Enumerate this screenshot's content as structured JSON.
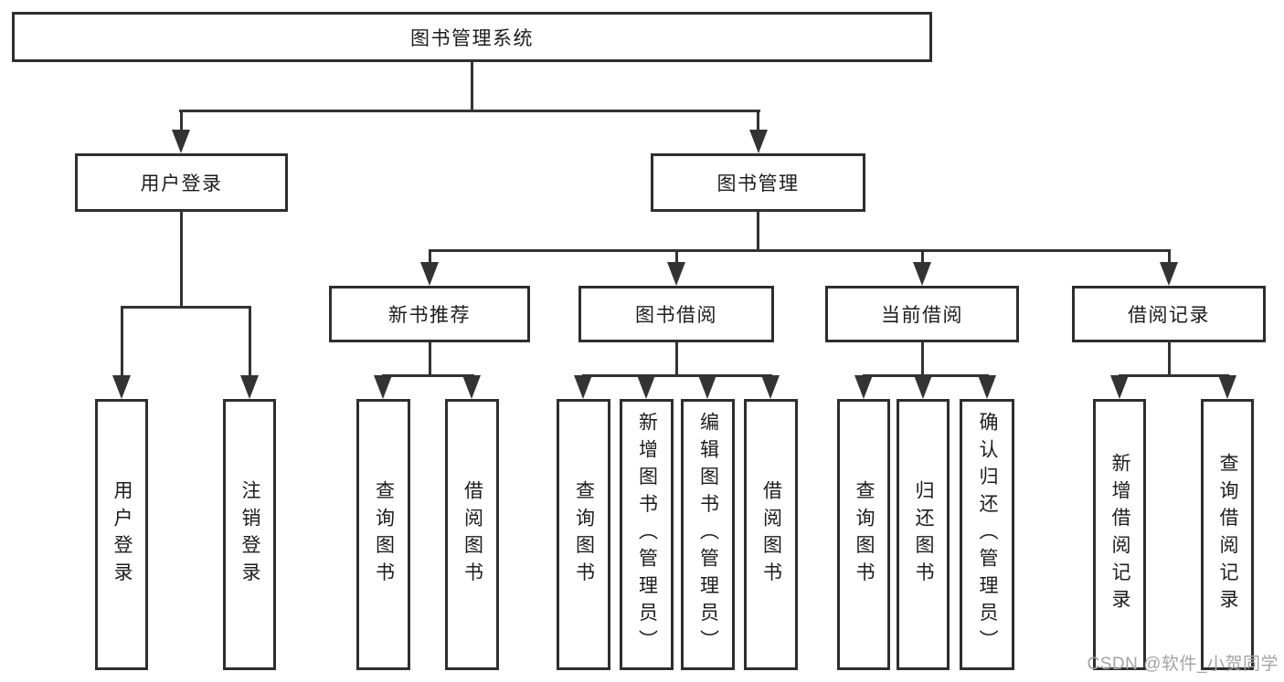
{
  "diagram": {
    "root": {
      "label": "图书管理系统"
    },
    "branches": [
      {
        "label": "用户登录",
        "children": [
          {
            "label": "用户登录"
          },
          {
            "label": "注销登录"
          }
        ]
      },
      {
        "label": "图书管理",
        "children": [
          {
            "label": "新书推荐",
            "children": [
              {
                "label": "查询图书"
              },
              {
                "label": "借阅图书"
              }
            ]
          },
          {
            "label": "图书借阅",
            "children": [
              {
                "label": "查询图书"
              },
              {
                "label": "新增图书（管理员）"
              },
              {
                "label": "编辑图书（管理员）"
              },
              {
                "label": "借阅图书"
              }
            ]
          },
          {
            "label": "当前借阅",
            "children": [
              {
                "label": "查询图书"
              },
              {
                "label": "归还图书"
              },
              {
                "label": "确认归还（管理员）"
              }
            ]
          },
          {
            "label": "借阅记录",
            "children": [
              {
                "label": "新增借阅记录"
              },
              {
                "label": "查询借阅记录"
              }
            ]
          }
        ]
      }
    ]
  },
  "watermark": {
    "text": "CSDN @软件_小贺同学"
  },
  "colors": {
    "line": "#333333",
    "box_border": "#2e2e2e",
    "text": "#1c1c1c",
    "watermark": "#a3a3a3",
    "background": "#ffffff"
  }
}
